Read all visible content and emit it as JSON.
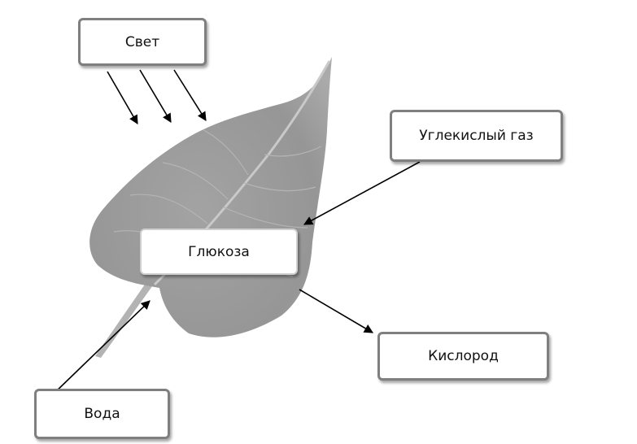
{
  "labels": {
    "light": "Свет",
    "co2": "Углекислый газ",
    "glucose": "Глюкоза",
    "oxygen": "Кислород",
    "water": "Вода"
  },
  "colors": {
    "leaf_fill": "#9a9a9a",
    "leaf_vein": "#c4c4c4",
    "arrow": "#000000",
    "box_border": "#7f7f7f"
  }
}
